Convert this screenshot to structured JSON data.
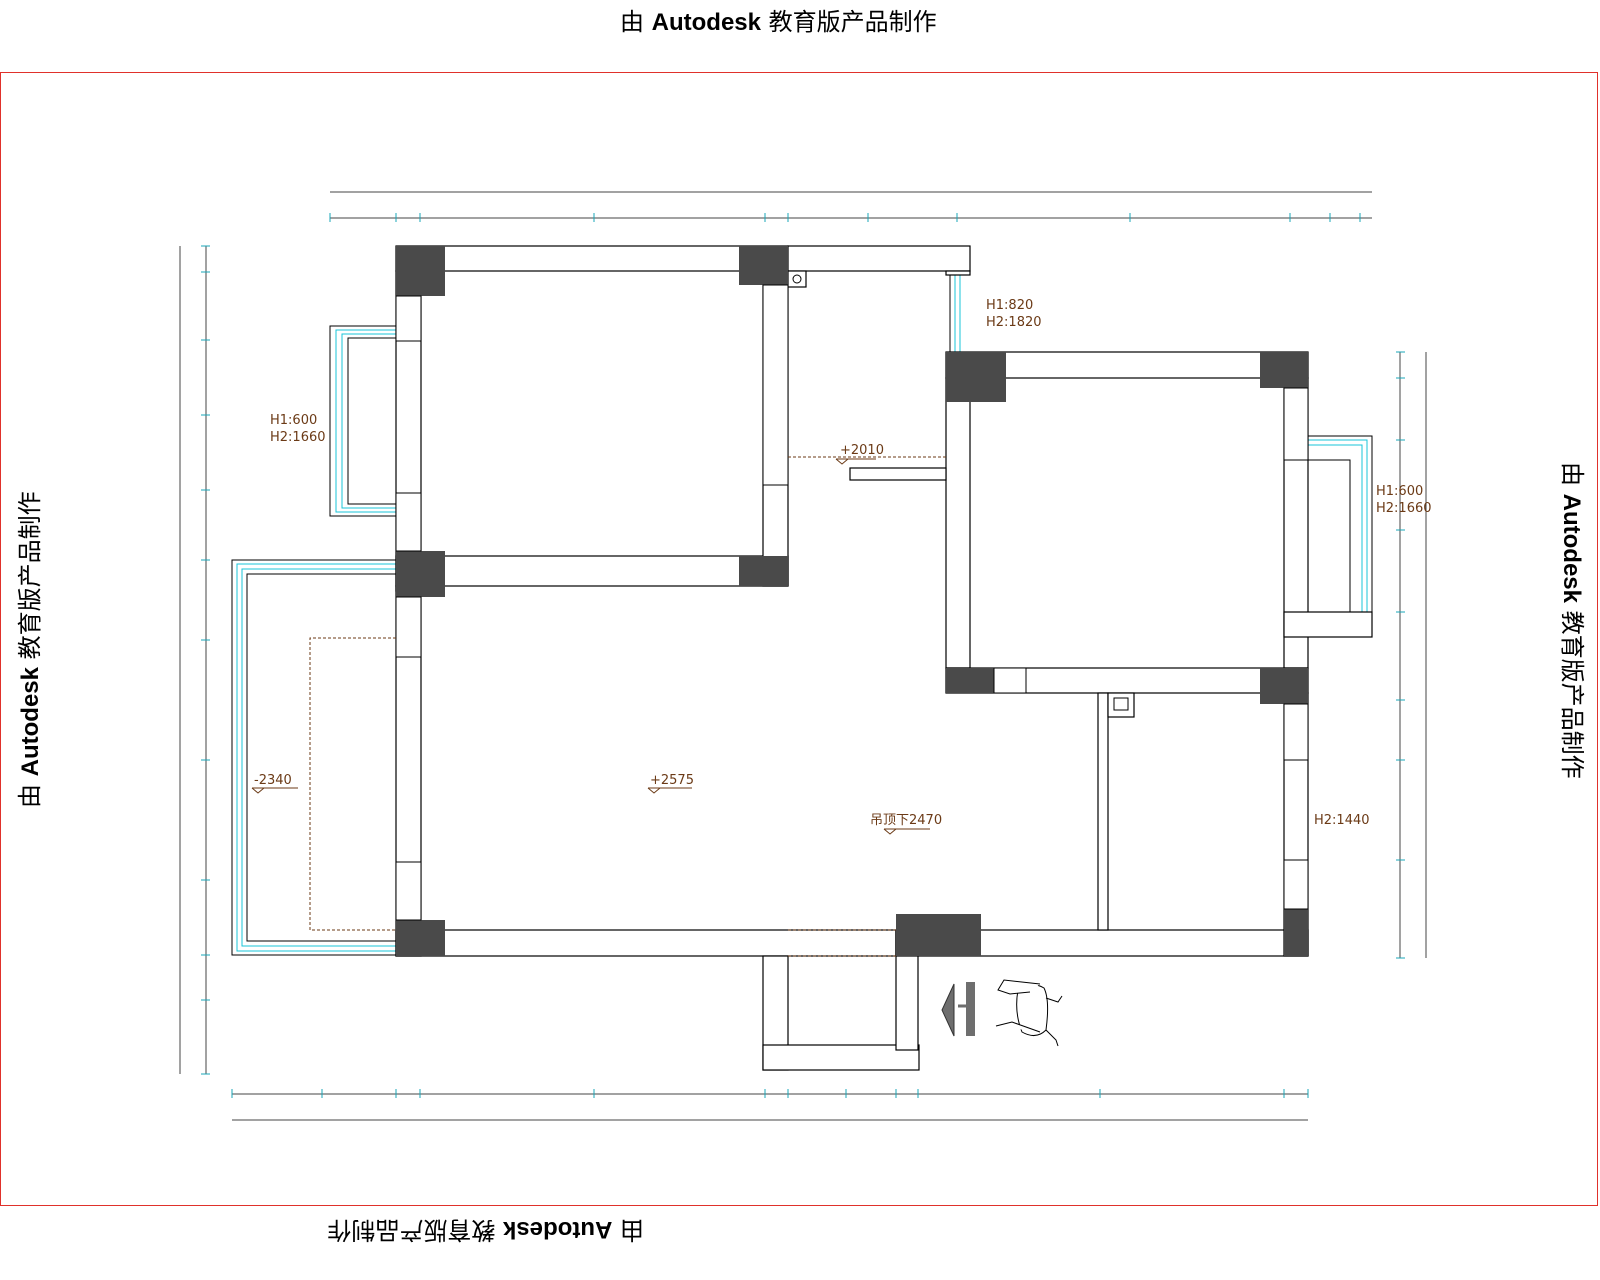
{
  "stamp": {
    "prefix": "由",
    "brand": "Autodesk",
    "suffix": "教育版产品制作"
  },
  "colors": {
    "wall": "#000000",
    "column": "#4a4a4a",
    "window": "#18c4d8",
    "annotation": "#6b3a16",
    "frame": "#e0312b",
    "dimension": "#1aa7b8"
  },
  "labels": {
    "win_bedroom1_h1": "H1:600",
    "win_bedroom1_h2": "H2:1660",
    "win_top_h1": "H1:820",
    "win_top_h2": "H2:1820",
    "win_bedroom2_h1": "H1:600",
    "win_bedroom2_h2": "H2:1660",
    "win_right_h2": "H2:1440",
    "level_corridor": "+2010",
    "level_balcony": "-2340",
    "level_living": "+2575",
    "ceiling_living": "吊顶下2470"
  },
  "icons": {
    "entry_arrow": "entry-arrow-icon",
    "person": "person-icon",
    "fixture": "fixture-icon"
  }
}
